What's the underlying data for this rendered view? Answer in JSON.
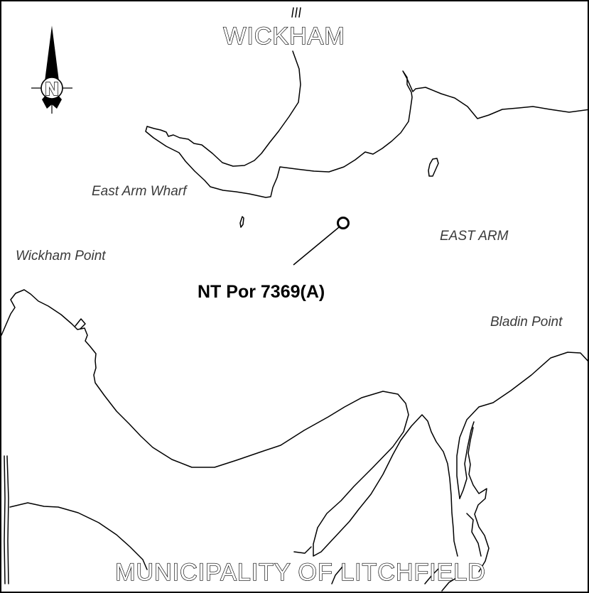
{
  "map": {
    "regions": {
      "north": "WICKHAM",
      "south": "MUNICIPALITY OF LITCHFIELD"
    },
    "places": {
      "east_arm_wharf": "East Arm Wharf",
      "wickham_point": "Wickham Point",
      "east_arm": "EAST ARM",
      "bladin_point": "Bladin Point"
    },
    "parcel": {
      "label": "NT Por 7369(A)"
    },
    "north_arrow": {
      "letter": "N",
      "icon": "north-arrow-icon"
    },
    "colors": {
      "line": "#000000",
      "water_and_land": "#ffffff",
      "place_text": "#3a3a3a"
    }
  }
}
